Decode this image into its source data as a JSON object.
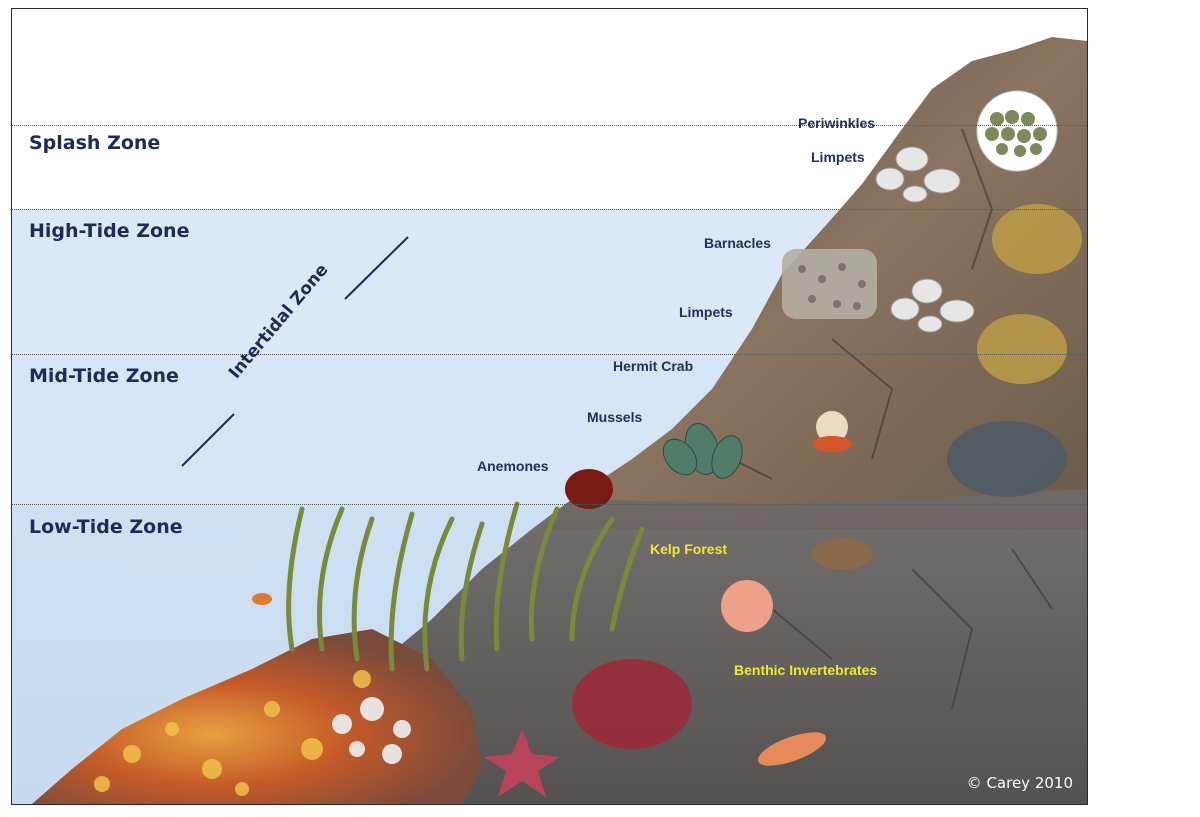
{
  "zones": {
    "splash": "Splash Zone",
    "high_tide": "High-Tide Zone",
    "mid_tide": "Mid-Tide Zone",
    "low_tide": "Low-Tide Zone",
    "intertidal": "Intertidal Zone"
  },
  "organisms": {
    "periwinkles": "Periwinkles",
    "limpets_upper": "Limpets",
    "barnacles": "Barnacles",
    "limpets_lower": "Limpets",
    "hermit_crab": "Hermit Crab",
    "mussels": "Mussels",
    "anemones": "Anemones",
    "kelp_forest": "Kelp Forest",
    "benthic_invertebrates": "Benthic Invertebrates"
  },
  "copyright": "© Carey 2010",
  "colors": {
    "zone_text": "#1f2a5a",
    "highlight_text": "#f1ea2b",
    "water": "#d7e6f6",
    "rock": "#7a6a5a"
  }
}
